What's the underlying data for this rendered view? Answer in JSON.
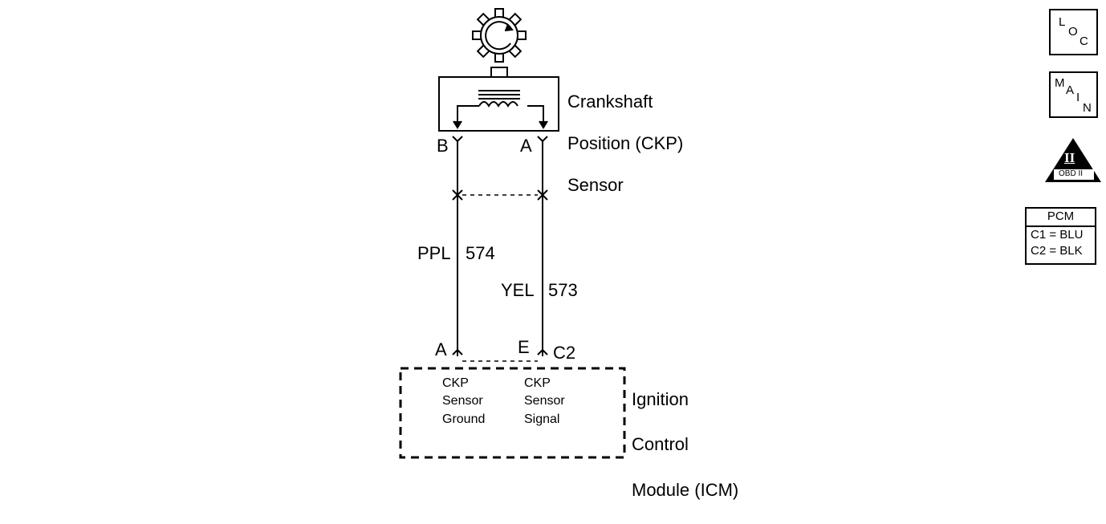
{
  "components": {
    "ckp_sensor": {
      "name_lines": [
        "Crankshaft",
        "Position (CKP)",
        "Sensor"
      ],
      "pins": [
        "B",
        "A"
      ]
    },
    "icm": {
      "name_lines": [
        "Ignition",
        "Control",
        "Module (ICM)"
      ],
      "connector": "C2",
      "pins": [
        "A",
        "E"
      ],
      "ground_label": "CKP\nSensor\nGround",
      "signal_label": "CKP\nSensor\nSignal"
    }
  },
  "wires": [
    {
      "color": "PPL",
      "circuit": "574"
    },
    {
      "color": "YEL",
      "circuit": "573"
    }
  ],
  "nav": {
    "loc": [
      "L",
      "O",
      "C"
    ],
    "main": [
      "M",
      "A",
      "I",
      "N"
    ],
    "obd_numeral": "II",
    "obd_label": "OBD II",
    "pcm": {
      "title": "PCM",
      "rows": [
        "C1 = BLU",
        "C2 = BLK"
      ]
    }
  }
}
